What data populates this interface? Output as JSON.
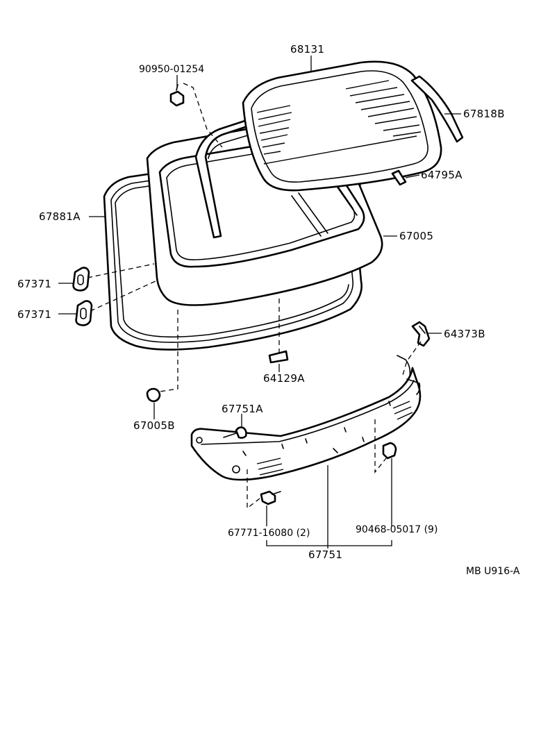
{
  "labels": {
    "p68131": "68131",
    "p90950": "90950-01254",
    "p67818B": "67818B",
    "p64795A": "64795A",
    "p67881A": "67881A",
    "p67005": "67005",
    "p67371a": "67371",
    "p67371b": "67371",
    "p64373B": "64373B",
    "p64129A": "64129A",
    "p67751A": "67751A",
    "p67005B": "67005B",
    "p67771": "67771-16080 (2)",
    "p90468": "90468-05017 (9)",
    "p67751": "67751",
    "drawing_code": "MB U916-A"
  }
}
